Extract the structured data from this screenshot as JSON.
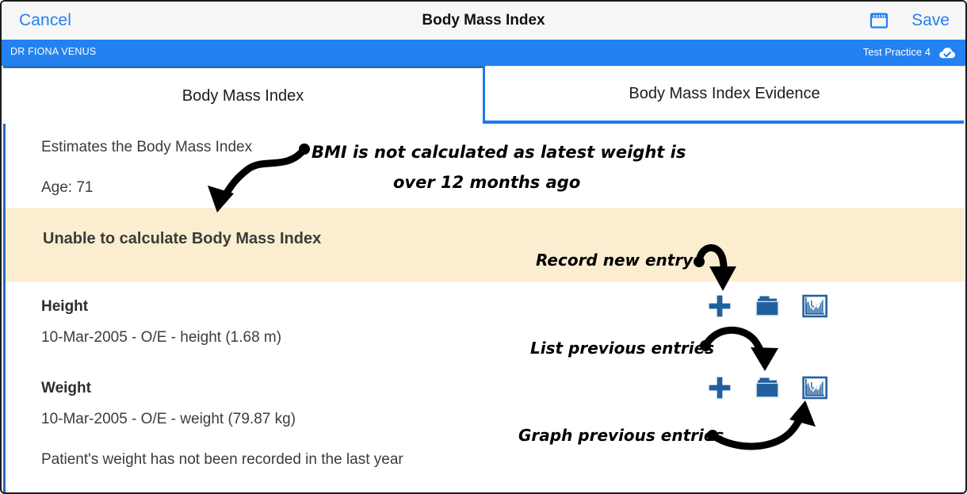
{
  "navbar": {
    "cancel_label": "Cancel",
    "title": "Body Mass Index",
    "save_label": "Save",
    "calendar_icon": "calendar-icon"
  },
  "practice_bar": {
    "clinician": "DR FIONA VENUS",
    "practice": "Test Practice 4",
    "sync_icon": "cloud-check-icon",
    "background_color": "#2481f0"
  },
  "tabs": [
    {
      "label": "Body Mass Index",
      "active": true
    },
    {
      "label": "Body Mass Index Evidence",
      "active": false
    }
  ],
  "main": {
    "description": "Estimates the Body Mass Index",
    "age": "Age: 71",
    "warning": {
      "text": "Unable to calculate Body Mass Index",
      "background_color": "#fbeed0"
    },
    "sections": [
      {
        "title": "Height",
        "value": "10-Mar-2005 - O/E - height (1.68 m)",
        "actions": [
          "plus-icon",
          "folder-icon",
          "graph-icon"
        ]
      },
      {
        "title": "Weight",
        "value": "10-Mar-2005 - O/E - weight (79.87 kg)",
        "actions": [
          "plus-icon",
          "folder-icon",
          "graph-icon"
        ]
      }
    ],
    "note": "Patient's weight has not been recorded in the last year",
    "action_icon_color": "#21609f"
  },
  "annotations": [
    {
      "id": "bmi-reason-line1",
      "text": "BMI is not calculated as latest weight is"
    },
    {
      "id": "bmi-reason-line2",
      "text": "over 12 months ago"
    },
    {
      "id": "record-new-entry",
      "text": "Record new entry"
    },
    {
      "id": "list-previous-entries",
      "text": "List previous entries"
    },
    {
      "id": "graph-previous-entries",
      "text": "Graph previous entries"
    }
  ]
}
